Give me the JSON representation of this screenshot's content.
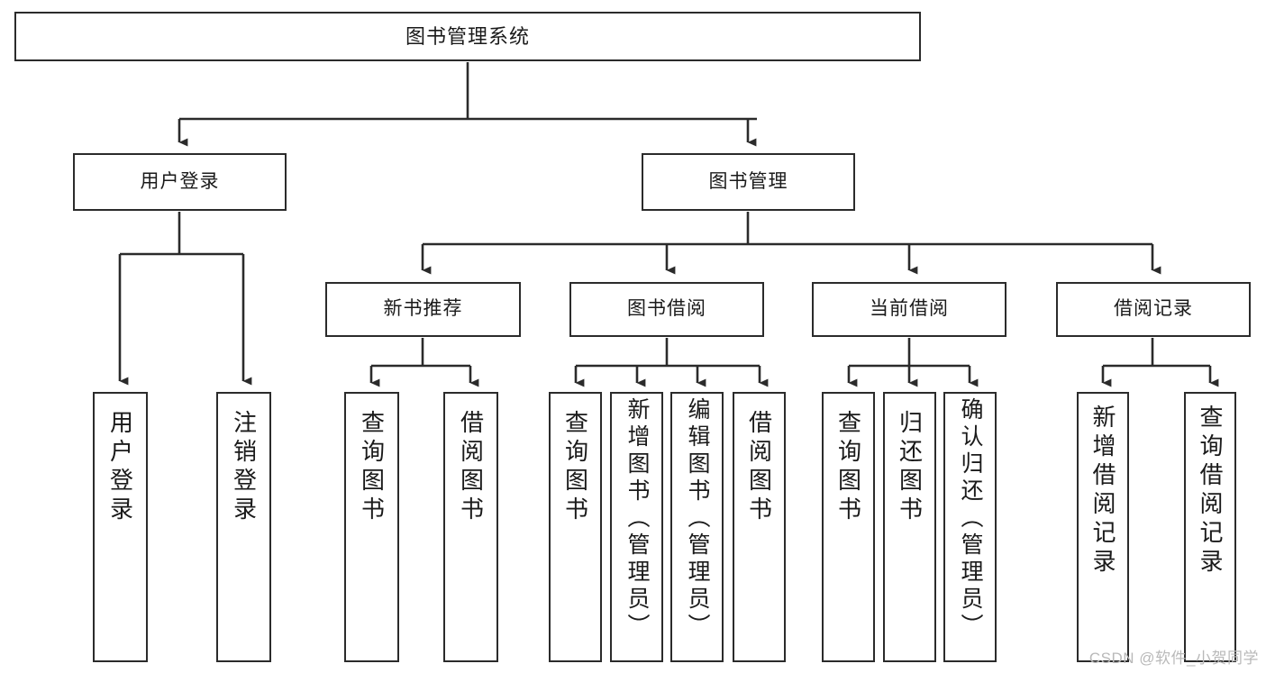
{
  "diagram": {
    "title": "图书管理系统",
    "type": "tree",
    "watermark": "CSDN @软件_小贺同学",
    "colors": {
      "box_border": "#2b2b2b",
      "box_fill": "#ffffff",
      "edge": "#2b2b2b",
      "text": "#1a1a1a",
      "watermark": "#b9b9b9"
    },
    "nodes": {
      "root": {
        "label": "图书管理系统"
      },
      "level2": [
        {
          "id": "user-login",
          "label": "用户登录"
        },
        {
          "id": "book-manage",
          "label": "图书管理"
        }
      ],
      "level3": [
        {
          "id": "new-book-recommend",
          "label": "新书推荐"
        },
        {
          "id": "book-borrow",
          "label": "图书借阅"
        },
        {
          "id": "current-borrow",
          "label": "当前借阅"
        },
        {
          "id": "borrow-record",
          "label": "借阅记录"
        }
      ],
      "leaves": {
        "user_login": [
          {
            "id": "leaf-user-login",
            "label": "用户登录"
          },
          {
            "id": "leaf-logout-login",
            "label": "注销登录"
          }
        ],
        "new_book_recommend": [
          {
            "id": "leaf-query-book-1",
            "label": "查询图书"
          },
          {
            "id": "leaf-borrow-book-1",
            "label": "借阅图书"
          }
        ],
        "book_borrow": [
          {
            "id": "leaf-query-book-2",
            "label": "查询图书"
          },
          {
            "id": "leaf-add-book",
            "label": "新增图书（管理员）"
          },
          {
            "id": "leaf-edit-book",
            "label": "编辑图书（管理员）"
          },
          {
            "id": "leaf-borrow-book-2",
            "label": "借阅图书"
          }
        ],
        "current_borrow": [
          {
            "id": "leaf-query-book-3",
            "label": "查询图书"
          },
          {
            "id": "leaf-return-book",
            "label": "归还图书"
          },
          {
            "id": "leaf-confirm-return",
            "label": "确认归还（管理员）"
          }
        ],
        "borrow_record": [
          {
            "id": "leaf-add-record",
            "label": "新增借阅记录"
          },
          {
            "id": "leaf-query-record",
            "label": "查询借阅记录"
          }
        ]
      }
    }
  }
}
